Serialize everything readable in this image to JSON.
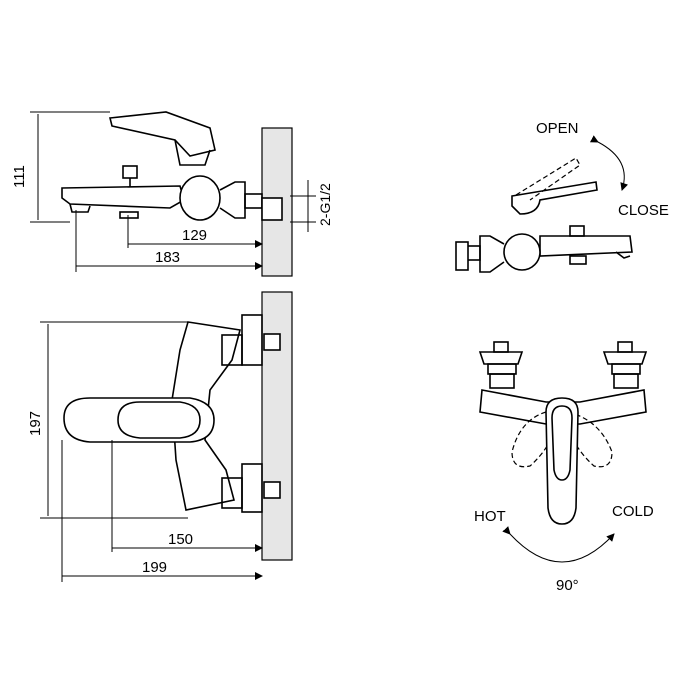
{
  "dimensions": {
    "side_height": "111",
    "side_width_inner": "129",
    "side_width_outer": "183",
    "thread": "2-G1/2",
    "front_height": "197",
    "front_width_inner": "150",
    "front_width_outer": "199"
  },
  "operation": {
    "open_label": "OPEN",
    "close_label": "CLOSE",
    "hot_label": "HOT",
    "cold_label": "COLD",
    "angle_label": "90°"
  }
}
